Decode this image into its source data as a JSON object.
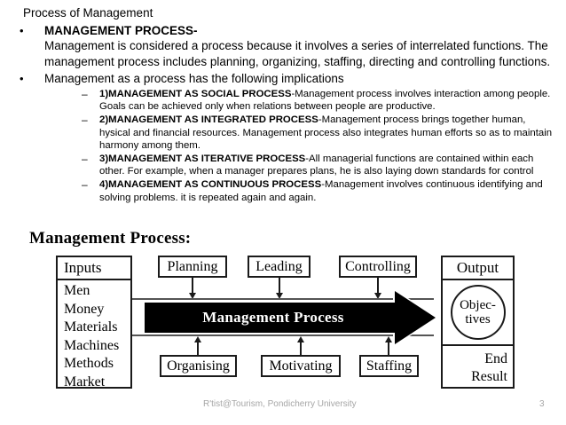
{
  "slide": {
    "title": "Process of Management",
    "bullets": [
      {
        "marker": "•",
        "heading": "MANAGEMENT PROCESS-",
        "body": "Management is considered a process because it involves a series of interrelated functions. The management process includes planning, organizing, staffing, directing and controlling functions."
      },
      {
        "marker": "•",
        "plain": "Management as a process has the following implications",
        "sub_marker": "–",
        "sub_items": [
          {
            "label": "1)MANAGEMENT AS SOCIAL PROCESS",
            "text": "-Management process involves interaction among people. Goals can be achieved only when relations between people are productive."
          },
          {
            "label": "2)MANAGEMENT AS INTEGRATED PROCESS",
            "text": "-Management process brings together human, hysical and financial resources. Management process also integrates human efforts so as to maintain harmony among them."
          },
          {
            "label": "3)MANAGEMENT AS ITERATIVE PROCESS",
            "text": "-All managerial functions are contained within each other. For example, when a manager prepares plans, he is also laying down standards for control"
          },
          {
            "label": "4)MANAGEMENT AS CONTINUOUS PROCESS",
            "text": "-Management involves continuous identifying and solving problems. it is repeated again and again."
          }
        ]
      }
    ]
  },
  "diagram": {
    "title": "Management Process:",
    "inputs": {
      "header": "Inputs",
      "items": [
        "Men",
        "Money",
        "Materials",
        "Machines",
        "Methods",
        "Market"
      ]
    },
    "top_boxes": [
      "Planning",
      "Leading",
      "Controlling"
    ],
    "bottom_boxes": [
      "Organising",
      "Motivating",
      "Staffing"
    ],
    "banner_label": "Management Process",
    "output": {
      "header": "Output",
      "circle_line1": "Objec-",
      "circle_line2": "tives",
      "end_line1": "End",
      "end_line2": "Result"
    }
  },
  "footer": {
    "note": "R'tist@Tourism, Pondicherry University",
    "page": "3"
  },
  "colors": {
    "banner_fill": "#000000",
    "banner_text": "#ffffff",
    "stroke": "#1a1a1a",
    "footer_text": "#a6a6a6"
  }
}
